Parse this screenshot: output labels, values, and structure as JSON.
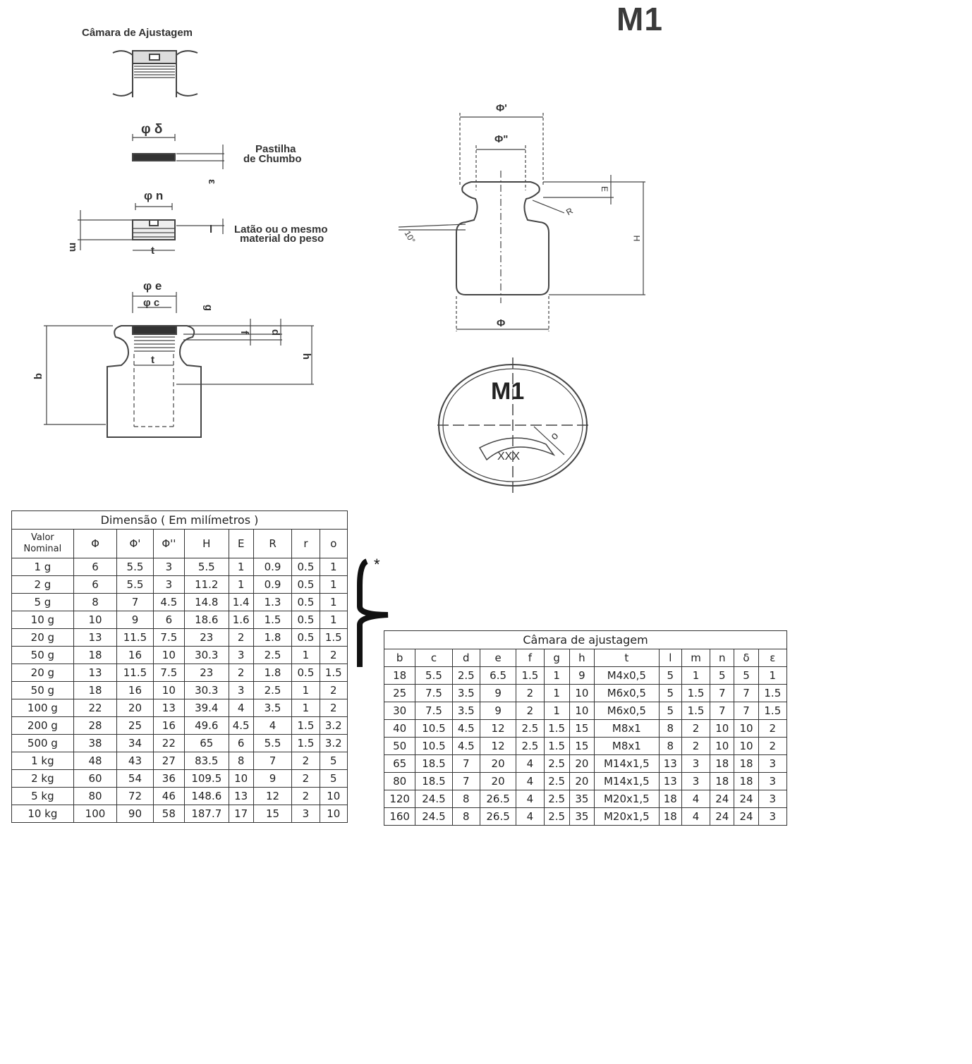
{
  "header": {
    "title": "M1"
  },
  "drawing": {
    "camara_label": "Câmara de Ajustagem",
    "phi_delta": "φ δ",
    "pastilha_line1": "Pastilha",
    "pastilha_line2": "de Chumbo",
    "epsilon_label": "ε",
    "phi_n": "φ n",
    "m_label": "m",
    "l_label": "l",
    "t_label": "t",
    "latao_line1": "Latão ou o mesmo",
    "latao_line2": "material do peso",
    "phi_e": "φ e",
    "phi_c": "φ c",
    "g_label": "g",
    "f_label": "f",
    "d_label": "d",
    "h_label": "h",
    "b_label": "b",
    "t2_label": "t",
    "phi_prime": "Φ'",
    "phi_dprime": "Φ\"",
    "E_label": "E",
    "R_label": "R",
    "H_label": "H",
    "angle_label": "10°",
    "phi_base": "Φ",
    "top_marking": "M1",
    "o_label": "o",
    "xxx_label": "XXX",
    "asterisk": "*"
  },
  "table_dimensions": {
    "caption": "Dimensão ( Em milímetros )",
    "headers": [
      "Valor Nominal",
      "Φ",
      "Φ'",
      "Φ''",
      "H",
      "E",
      "R",
      "r",
      "o"
    ],
    "rows": [
      [
        "1 g",
        "6",
        "5.5",
        "3",
        "5.5",
        "1",
        "0.9",
        "0.5",
        "1"
      ],
      [
        "2 g",
        "6",
        "5.5",
        "3",
        "11.2",
        "1",
        "0.9",
        "0.5",
        "1"
      ],
      [
        "5 g",
        "8",
        "7",
        "4.5",
        "14.8",
        "1.4",
        "1.3",
        "0.5",
        "1"
      ],
      [
        "10 g",
        "10",
        "9",
        "6",
        "18.6",
        "1.6",
        "1.5",
        "0.5",
        "1"
      ],
      [
        "20 g",
        "13",
        "11.5",
        "7.5",
        "23",
        "2",
        "1.8",
        "0.5",
        "1.5"
      ],
      [
        "50 g",
        "18",
        "16",
        "10",
        "30.3",
        "3",
        "2.5",
        "1",
        "2"
      ],
      [
        "20 g",
        "13",
        "11.5",
        "7.5",
        "23",
        "2",
        "1.8",
        "0.5",
        "1.5"
      ],
      [
        "50 g",
        "18",
        "16",
        "10",
        "30.3",
        "3",
        "2.5",
        "1",
        "2"
      ],
      [
        "100 g",
        "22",
        "20",
        "13",
        "39.4",
        "4",
        "3.5",
        "1",
        "2"
      ],
      [
        "200 g",
        "28",
        "25",
        "16",
        "49.6",
        "4.5",
        "4",
        "1.5",
        "3.2"
      ],
      [
        "500 g",
        "38",
        "34",
        "22",
        "65",
        "6",
        "5.5",
        "1.5",
        "3.2"
      ],
      [
        "1 kg",
        "48",
        "43",
        "27",
        "83.5",
        "8",
        "7",
        "2",
        "5"
      ],
      [
        "2 kg",
        "60",
        "54",
        "36",
        "109.5",
        "10",
        "9",
        "2",
        "5"
      ],
      [
        "5 kg",
        "80",
        "72",
        "46",
        "148.6",
        "13",
        "12",
        "2",
        "10"
      ],
      [
        "10 kg",
        "100",
        "90",
        "58",
        "187.7",
        "17",
        "15",
        "3",
        "10"
      ]
    ]
  },
  "table_camara": {
    "caption": "Câmara de ajustagem",
    "headers": [
      "b",
      "c",
      "d",
      "e",
      "f",
      "g",
      "h",
      "t",
      "l",
      "m",
      "n",
      "δ",
      "ε"
    ],
    "rows": [
      [
        "18",
        "5.5",
        "2.5",
        "6.5",
        "1.5",
        "1",
        "9",
        "M4x0,5",
        "5",
        "1",
        "5",
        "5",
        "1"
      ],
      [
        "25",
        "7.5",
        "3.5",
        "9",
        "2",
        "1",
        "10",
        "M6x0,5",
        "5",
        "1.5",
        "7",
        "7",
        "1.5"
      ],
      [
        "30",
        "7.5",
        "3.5",
        "9",
        "2",
        "1",
        "10",
        "M6x0,5",
        "5",
        "1.5",
        "7",
        "7",
        "1.5"
      ],
      [
        "40",
        "10.5",
        "4.5",
        "12",
        "2.5",
        "1.5",
        "15",
        "M8x1",
        "8",
        "2",
        "10",
        "10",
        "2"
      ],
      [
        "50",
        "10.5",
        "4.5",
        "12",
        "2.5",
        "1.5",
        "15",
        "M8x1",
        "8",
        "2",
        "10",
        "10",
        "2"
      ],
      [
        "65",
        "18.5",
        "7",
        "20",
        "4",
        "2.5",
        "20",
        "M14x1,5",
        "13",
        "3",
        "18",
        "18",
        "3"
      ],
      [
        "80",
        "18.5",
        "7",
        "20",
        "4",
        "2.5",
        "20",
        "M14x1,5",
        "13",
        "3",
        "18",
        "18",
        "3"
      ],
      [
        "120",
        "24.5",
        "8",
        "26.5",
        "4",
        "2.5",
        "35",
        "M20x1,5",
        "18",
        "4",
        "24",
        "24",
        "3"
      ],
      [
        "160",
        "24.5",
        "8",
        "26.5",
        "4",
        "2.5",
        "35",
        "M20x1,5",
        "18",
        "4",
        "24",
        "24",
        "3"
      ]
    ]
  }
}
